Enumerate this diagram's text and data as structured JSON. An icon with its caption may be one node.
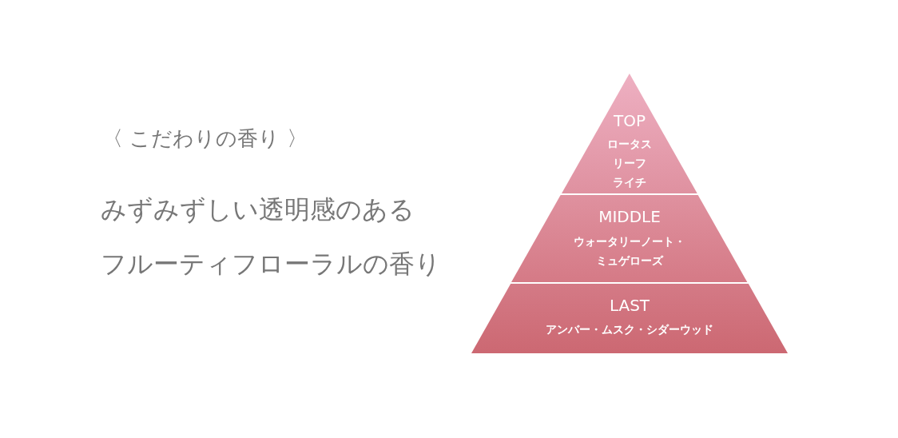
{
  "diagram": {
    "title": "〈 こだわりの香り 〉",
    "nodes": [
      {
        "text": [
          "TOP",
          "ロータス",
          "リーフ",
          "ライチ"
        ]
      },
      {
        "text": [
          "MIDDLE",
          "ウォータリーノート・ミュゲローズ"
        ]
      },
      {
        "text": [
          "LAST",
          "アンバー・ムスク・シダーウッド"
        ]
      }
    ],
    "labels": [
      "みずみずしい透明感のある",
      "フルーティフローラルの香り"
    ]
  }
}
